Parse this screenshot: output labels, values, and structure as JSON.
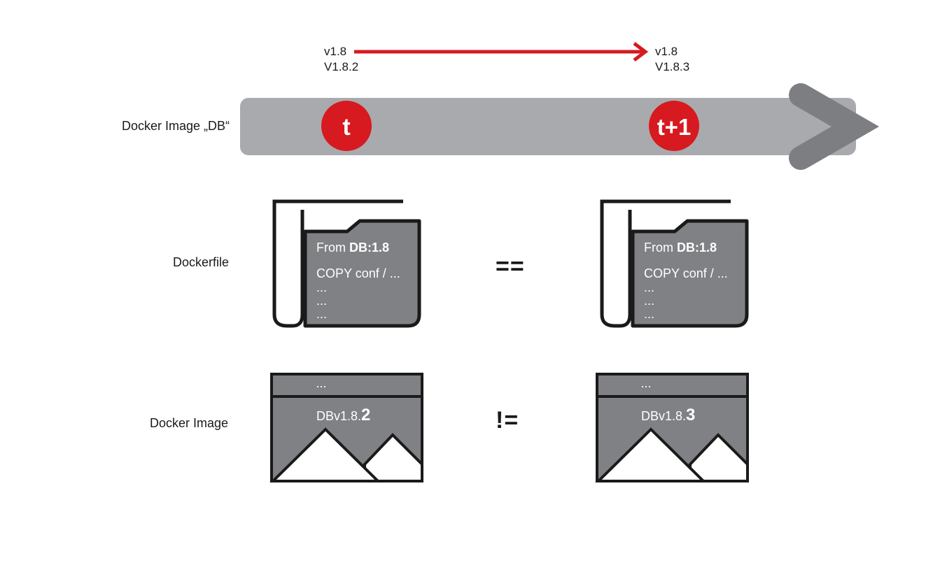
{
  "timeline": {
    "label": "Docker Image „DB“",
    "marker_t": "t",
    "marker_t1": "t+1",
    "from_version": {
      "line1": "v1.8",
      "line2": "V1.8.2"
    },
    "to_version": {
      "line1": "v1.8",
      "line2": "V1.8.3"
    }
  },
  "dockerfile_row": {
    "label": "Dockerfile",
    "operator": "==",
    "left": {
      "from_prefix": "From ",
      "from_image": "DB:1.8",
      "copy_line": "COPY  conf  / ...",
      "dots": [
        "...",
        "...",
        "..."
      ]
    },
    "right": {
      "from_prefix": "From ",
      "from_image": "DB:1.8",
      "copy_line": "COPY  conf  / ...",
      "dots": [
        "...",
        "...",
        "..."
      ]
    }
  },
  "image_row": {
    "label": "Docker Image",
    "operator": "!=",
    "left": {
      "header": "...",
      "name_prefix": "DBv1.8.",
      "name_patch": "2"
    },
    "right": {
      "header": "...",
      "name_prefix": "DBv1.8.",
      "name_patch": "3"
    }
  },
  "colors": {
    "timeline_bar": "#a9aaad",
    "timeline_arrowhead": "#7d7e81",
    "accent_red": "#d71920",
    "box_fill": "#808184",
    "outline": "#1a1a1a"
  }
}
